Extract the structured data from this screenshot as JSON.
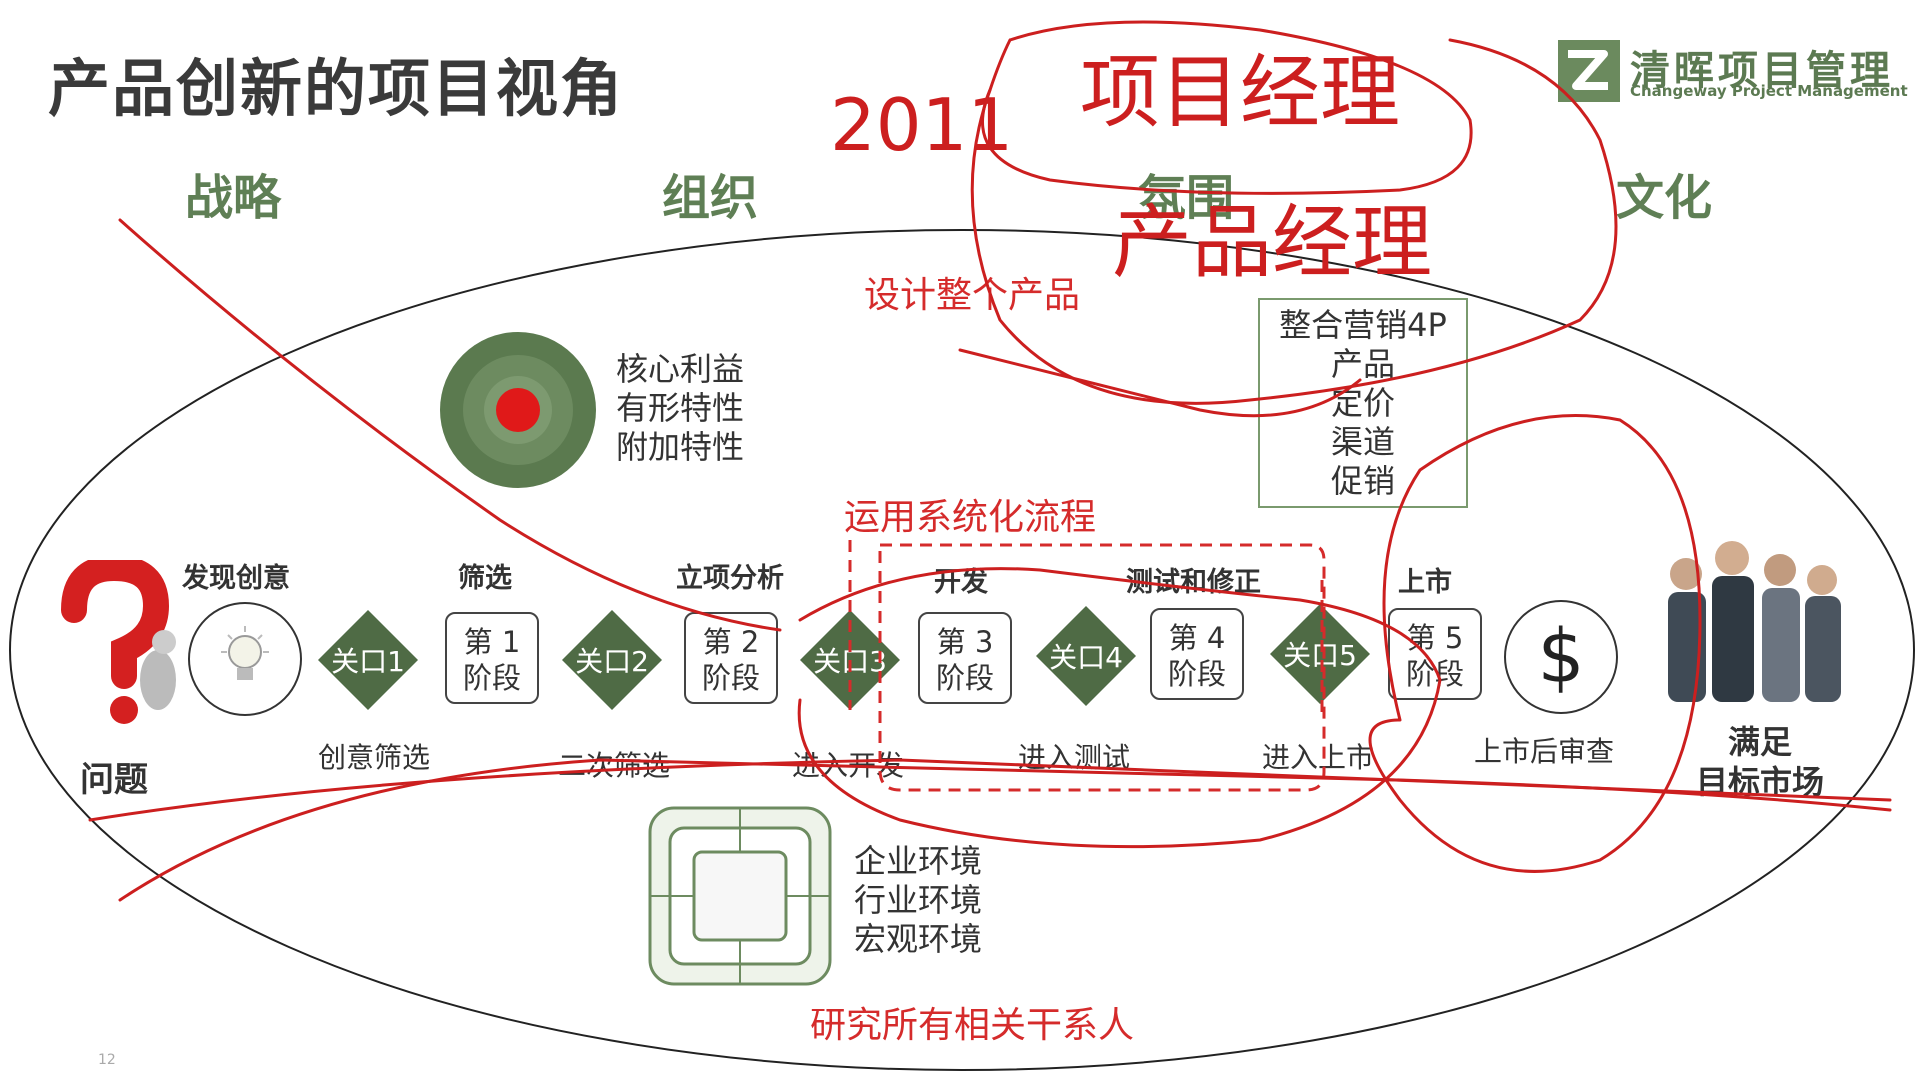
{
  "title": "产品创新的项目视角",
  "logo": {
    "cn": "清晖项目管理",
    "en": "Changeway Project Management"
  },
  "dimensions": [
    "战略",
    "组织",
    "氛围",
    "文化"
  ],
  "annotations": {
    "design": "设计整个产品",
    "process": "运用系统化流程",
    "research": "研究所有相关干系人"
  },
  "core": [
    "核心利益",
    "有形特性",
    "附加特性"
  ],
  "marketing": [
    "整合营销4P",
    "产品",
    "定价",
    "渠道",
    "促销"
  ],
  "environment": [
    "企业环境",
    "行业环境",
    "宏观环境"
  ],
  "problem_label": "问题",
  "target_label": [
    "满足",
    "目标市场"
  ],
  "phases": [
    "发现创意",
    "筛选",
    "立项分析",
    "开发",
    "测试和修正",
    "上市"
  ],
  "gates": [
    "关口1",
    "关口2",
    "关口3",
    "关口4",
    "关口5"
  ],
  "stages": [
    {
      "line1": "第 1",
      "line2": "阶段"
    },
    {
      "line1": "第 2",
      "line2": "阶段"
    },
    {
      "line1": "第 3",
      "line2": "阶段"
    },
    {
      "line1": "第 4",
      "line2": "阶段"
    },
    {
      "line1": "第 5",
      "line2": "阶段"
    }
  ],
  "below_labels": [
    "创意筛选",
    "二次筛选",
    "进入开发",
    "进入测试",
    "进入上市",
    "上市后审查"
  ],
  "dollar": "$",
  "handwriting": {
    "year": "2011",
    "line1": "项目经理",
    "line2": "产品经理"
  },
  "page_number": "12",
  "colors": {
    "green": "#5f7f55",
    "dark_green": "#4a6a42",
    "red": "#d52b2b",
    "ink": "#cc1f1f"
  }
}
